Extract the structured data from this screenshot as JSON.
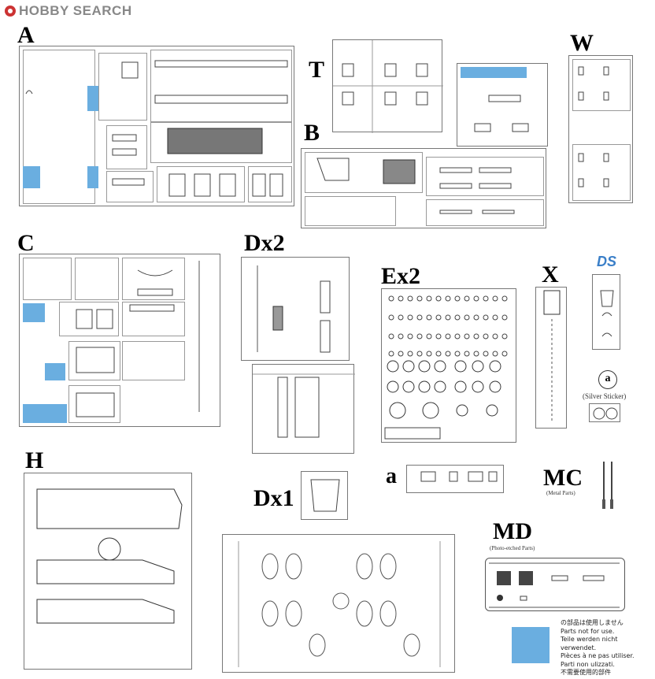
{
  "watermark": {
    "brand": "HOBBY SEARCH"
  },
  "sprues": [
    {
      "id": "A",
      "label": "A"
    },
    {
      "id": "T",
      "label": "T"
    },
    {
      "id": "B",
      "label": "B"
    },
    {
      "id": "W",
      "label": "W"
    },
    {
      "id": "C",
      "label": "C"
    },
    {
      "id": "Dx2",
      "label": "Dx2"
    },
    {
      "id": "Ex2",
      "label": "Ex2"
    },
    {
      "id": "X",
      "label": "X"
    },
    {
      "id": "H",
      "label": "H"
    },
    {
      "id": "a",
      "label": "a"
    },
    {
      "id": "MC",
      "label": "MC"
    },
    {
      "id": "Dx1",
      "label": "Dx1"
    },
    {
      "id": "MD",
      "label": "MD"
    }
  ],
  "sub_labels": {
    "silver_sticker": "(Silver Sticker)",
    "metal_parts": "(Metal Parts)",
    "photo_etched": "(Photo-etched Parts)",
    "sticker_letter": "a",
    "ds_logo": "DS"
  },
  "notice": {
    "lines": [
      "の部品は使用しません",
      "Parts not for use.",
      "Teile werden nicht verwendet.",
      "Pièces à ne pas utiliser.",
      "Parti non ulizzati.",
      "不需要使用的部件"
    ],
    "highlight_color": "#6aaee0"
  }
}
